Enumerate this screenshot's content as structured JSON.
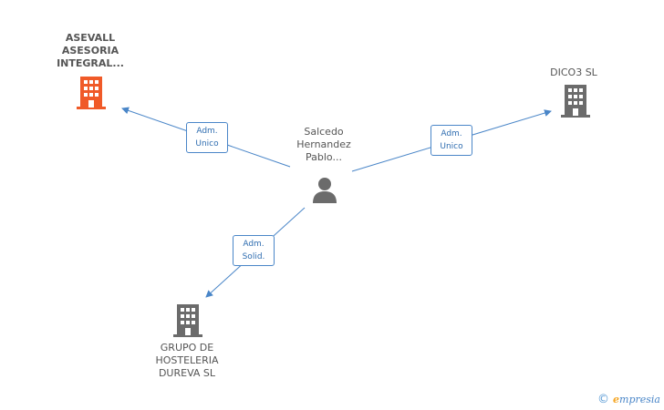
{
  "nodes": {
    "center": {
      "label_lines": [
        "Salcedo",
        "Hernandez",
        "Pablo..."
      ],
      "kind": "person",
      "color": "#555555"
    },
    "asevall": {
      "label_lines": [
        "ASEVALL",
        "ASESORIA",
        "INTEGRAL..."
      ],
      "kind": "company",
      "color": "#f05a28"
    },
    "dico3": {
      "label_lines": [
        "DICO3 SL"
      ],
      "kind": "company",
      "color": "#555555"
    },
    "grupo": {
      "label_lines": [
        "GRUPO DE",
        "HOSTELERIA",
        "DUREVA SL"
      ],
      "kind": "company",
      "color": "#555555"
    }
  },
  "edges": {
    "to_asevall": {
      "lines": [
        "Adm.",
        "Unico"
      ]
    },
    "to_dico3": {
      "lines": [
        "Adm.",
        "Unico"
      ]
    },
    "to_grupo": {
      "lines": [
        "Adm.",
        "Solid."
      ]
    }
  },
  "colors": {
    "edge": "#4a86c8",
    "accent": "#f05a28",
    "neutral": "#555555"
  },
  "footer": {
    "copyright": "©",
    "brand_e": "e",
    "brand_rest": "mpresia"
  }
}
